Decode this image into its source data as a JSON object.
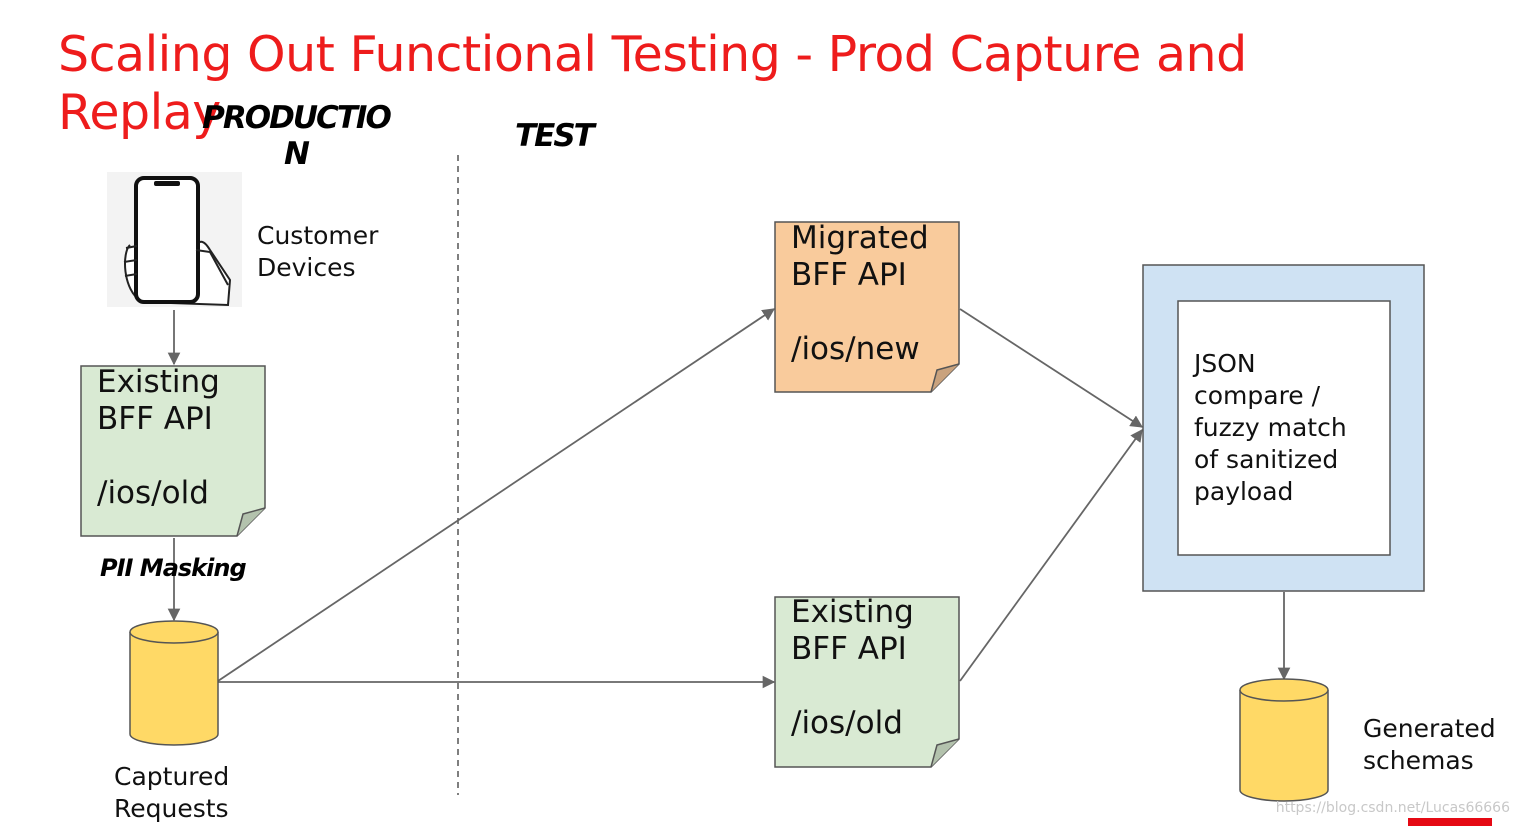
{
  "slide": {
    "title": "Scaling Out Functional Testing - Prod Capture and Replay",
    "lanes": {
      "production": "PRODUCTIO\nN",
      "test": "TEST"
    },
    "labels": {
      "customer_devices": "Customer\nDevices",
      "pii_masking": "PII Masking",
      "captured_requests": "Captured\nRequests",
      "generated_schemas": "Generated\nschemas"
    },
    "notes": {
      "existing_prod": "Existing\nBFF API\n\n/ios/old",
      "migrated": "Migrated\nBFF API\n\n/ios/new",
      "existing_test": "Existing\nBFF API\n\n/ios/old"
    },
    "compare_box": "JSON\ncompare /\nfuzzy match\nof sanitized\npayload",
    "watermark": "https://blog.csdn.net/Lucas66666"
  },
  "colors": {
    "title": "#ee1c1c",
    "note_green": "#d9ead3",
    "note_orange": "#f9cb9c",
    "cylinder": "#ffd966",
    "compare_outer": "#cfe2f3",
    "arrow": "#666666"
  }
}
